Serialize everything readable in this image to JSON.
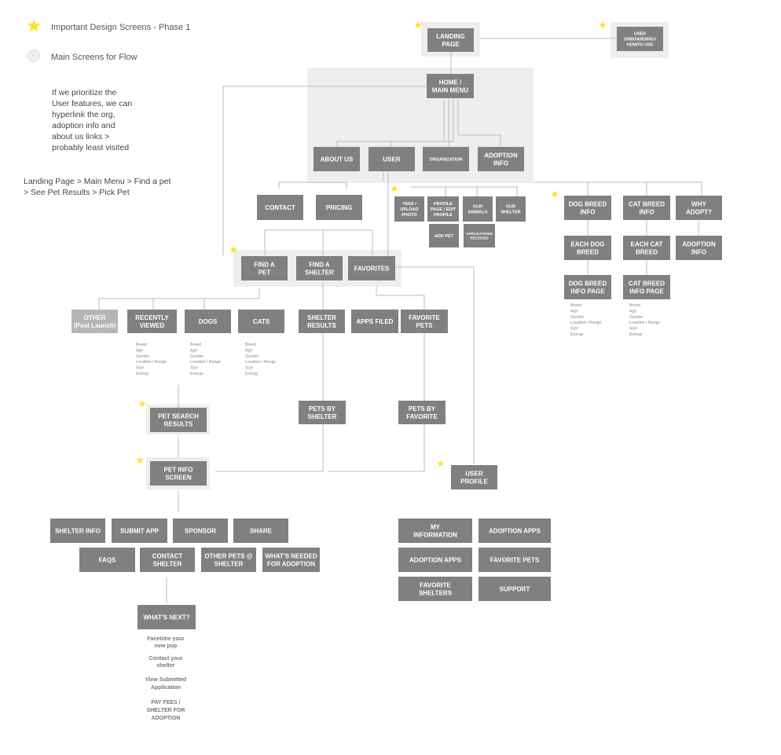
{
  "legend": {
    "star_label": "Important Design Screens - Phase 1",
    "circle_label": "Main Screens for Flow"
  },
  "notes": {
    "prioritize": [
      "If we prioritize the",
      "User features, we can",
      "hyperlink the org,",
      "adoption info and",
      "about us links >",
      "probably least visited"
    ],
    "flow": [
      "Landing Page > Main Menu > Find a pet",
      "> See Pet Results > Pick Pet"
    ]
  },
  "colors": {
    "box": "#808080",
    "box_light": "#b5b5b5",
    "highlight": "#eeeeee",
    "line": "#bbbbbb",
    "star": "#ffe22e"
  },
  "nodes": {
    "landing": [
      "LANDING",
      "PAGE"
    ],
    "onboarding": [
      "USER",
      "ONBOARDING//",
      "HOWTO USE"
    ],
    "home": [
      "HOME /",
      "MAIN MENU"
    ],
    "about": [
      "ABOUT US"
    ],
    "user": [
      "USER"
    ],
    "organization": [
      "ORGANIZATION"
    ],
    "adoption_info": [
      "ADOPTION",
      "INFO"
    ],
    "contact": [
      "CONTACT"
    ],
    "pricing": [
      "PRICING"
    ],
    "take_photo": [
      "TAKE /",
      "UPLOAD",
      "PHOTO"
    ],
    "profile_page": [
      "PROFILE",
      "PAGE / EDIT",
      "PROFILE"
    ],
    "our_animals": [
      "OUR",
      "ANIMALS"
    ],
    "our_shelter": [
      "OUR",
      "SHELTER"
    ],
    "add_pet": [
      "ADD PET"
    ],
    "apps_received": [
      "APPLICATIONS",
      "RECEIVED"
    ],
    "dog_breed_info": [
      "DOG BREED",
      "INFO"
    ],
    "cat_breed_info": [
      "CAT BREED",
      "INFO"
    ],
    "why_adopt": [
      "WHY",
      "ADOPT?"
    ],
    "each_dog": [
      "EACH DOG",
      "BREED"
    ],
    "each_cat": [
      "EACH CAT",
      "BREED"
    ],
    "adoption_info2": [
      "ADOPTION",
      "INFO"
    ],
    "dog_breed_page": [
      "DOG BREED",
      "INFO PAGE"
    ],
    "cat_breed_page": [
      "CAT BREED",
      "INFO PAGE"
    ],
    "find_pet": [
      "FIND A",
      "PET"
    ],
    "find_shelter": [
      "FIND A",
      "SHELTER"
    ],
    "favorites": [
      "FAVORITES"
    ],
    "other": [
      "OTHER",
      "(Post Launch)"
    ],
    "recently_viewed": [
      "RECENTLY",
      "VIEWED"
    ],
    "dogs": [
      "DOGS"
    ],
    "cats": [
      "CATS"
    ],
    "shelter_results": [
      "SHELTER",
      "RESULTS"
    ],
    "apps_filed": [
      "APPS FILED"
    ],
    "favorite_pets": [
      "FAVORITE",
      "PETS"
    ],
    "pets_by_shelter": [
      "PETS BY",
      "SHELTER"
    ],
    "pets_by_favorite": [
      "PETS BY",
      "FAVORITE"
    ],
    "pet_search_results": [
      "PET SEARCH",
      "RESULTS"
    ],
    "pet_info_screen": [
      "PET INFO",
      "SCREEN"
    ],
    "user_profile": [
      "USER",
      "PROFILE"
    ],
    "shelter_info": [
      "SHELTER INFO"
    ],
    "submit_app": [
      "SUBMIT APP"
    ],
    "sponsor": [
      "SPONSOR"
    ],
    "share": [
      "SHARE"
    ],
    "faqs": [
      "FAQS"
    ],
    "contact_shelter": [
      "CONTACT",
      "SHELTER"
    ],
    "other_pets": [
      "OTHER PETS @",
      "SHELTER"
    ],
    "whats_needed": [
      "WHAT'S NEEDED",
      "FOR ADOPTION"
    ],
    "my_information": [
      "MY",
      "INFORMATION"
    ],
    "adoption_apps_1": [
      "ADOPTION APPS"
    ],
    "adoption_apps_2": [
      "ADOPTION APPS"
    ],
    "favorite_pets_2": [
      "FAVORITE PETS"
    ],
    "favorite_shelters": [
      "FAVORITE",
      "SHELTERS"
    ],
    "support": [
      "SUPPORT"
    ],
    "whats_next": [
      "WHAT'S NEXT?"
    ]
  },
  "attributes": [
    "Breed",
    "Age",
    "Gender",
    "Location / Range",
    "Size",
    "Energy"
  ],
  "whats_next_items": {
    "facetime": [
      "Facetime your",
      "new pup"
    ],
    "contact": [
      "Contact your",
      "shelter"
    ],
    "view_app": [
      "View Submitted",
      "Application"
    ],
    "pay_fees": [
      "PAY FEES /",
      "SHELTER FOR",
      "ADOPTION"
    ]
  }
}
